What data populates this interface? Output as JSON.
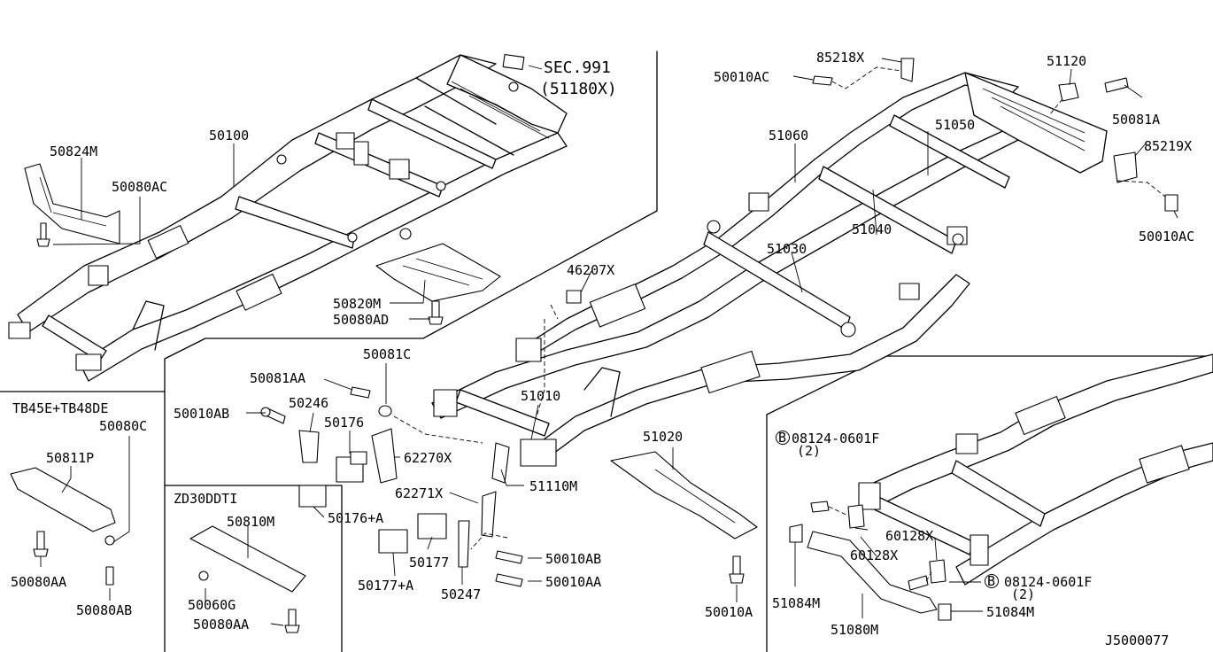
{
  "diagram_id": "J5000077",
  "section_ref": {
    "line1": "SEC.991",
    "line2": "(51180X)"
  },
  "groups": {
    "tb": "TB45E+TB48DE",
    "zd": "ZD30DDTI"
  },
  "labels": {
    "p50824M": "50824M",
    "p50080AC": "50080AC",
    "p50100": "50100",
    "p50820M": "50820M",
    "p50080AD": "50080AD",
    "p46207X": "46207X",
    "p50081C": "50081C",
    "p50081AA": "50081AA",
    "p50246": "50246",
    "p50010AB_a": "50010AB",
    "p50176": "50176",
    "p62270X": "62270X",
    "p51010": "51010",
    "p51110M": "51110M",
    "p50176A": "50176+A",
    "p62271X": "62271X",
    "p50010AB_b": "50010AB",
    "p50177": "50177",
    "p50010AA": "50010AA",
    "p50177A": "50177+A",
    "p50247": "50247",
    "p51020": "51020",
    "p50010A": "50010A",
    "p50080C": "50080C",
    "p50811P": "50811P",
    "p50080AA_tb": "50080AA",
    "p50080AB": "50080AB",
    "p50810M": "50810M",
    "p50060G": "50060G",
    "p50080AA_zd": "50080AA",
    "p85218X": "85218X",
    "p50010AC_top": "50010AC",
    "p51120": "51120",
    "p50081A": "50081A",
    "p85219X": "85219X",
    "p50010AC_r": "50010AC",
    "p51060": "51060",
    "p51050": "51050",
    "p51030": "51030",
    "p51040": "51040",
    "p08124_top": "08124-0601F",
    "p08124_top_qty": "(2)",
    "p60128X_a": "60128X",
    "p60128X_b": "60128X",
    "p08124_bot": "08124-0601F",
    "p08124_bot_qty": "(2)",
    "p51084M_a": "51084M",
    "p51084M_b": "51084M",
    "p51080M": "51080M",
    "bolt_marker": "B"
  }
}
